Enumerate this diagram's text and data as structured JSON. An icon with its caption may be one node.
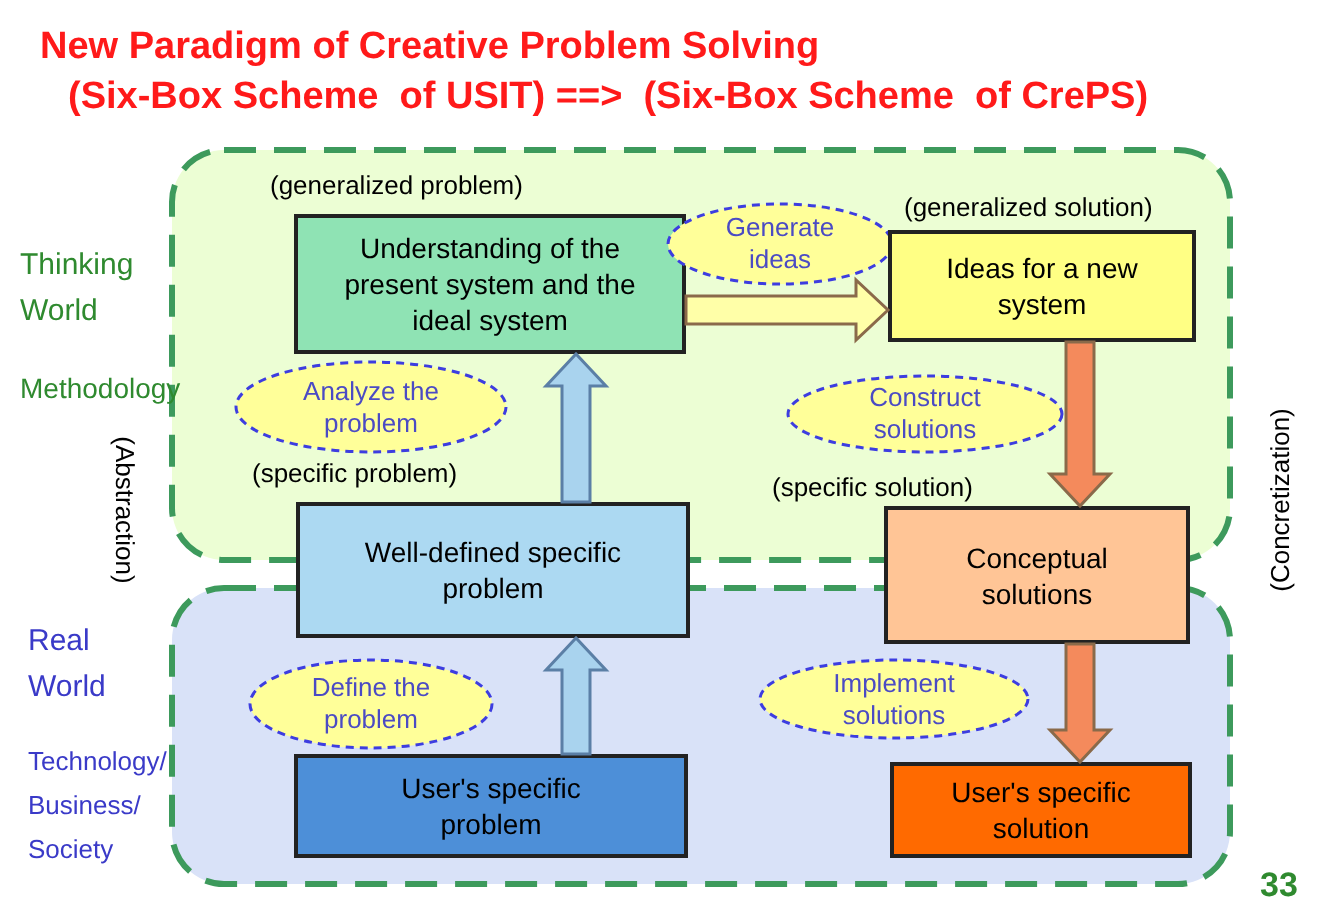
{
  "diagram": {
    "title": "New Paradigm of Creative Problem Solving",
    "nodes": [
      {
        "text": [],
        "shape": "box"
      },
      {
        "text": [
          "Understanding of the present system and the ideal system"
        ],
        "in": 0,
        "beside": [
          "(generalized problem)"
        ]
      },
      {
        "text": [
          "Generate ideas"
        ],
        "in": 0
      },
      {
        "text": [
          "Ideas for a new system"
        ],
        "in": 0,
        "beside": [
          "(generalized solution)"
        ]
      },
      {
        "text": [
          "Analyze the problem"
        ],
        "in": 0
      },
      {
        "text": [
          "Construct solutions"
        ],
        "in": 0
      },
      {
        "text": [
          "Well-defined specific problem"
        ],
        "beside": [
          "(specific problem)"
        ]
      },
      {
        "text": [
          "Conceptual solutions"
        ],
        "beside": [
          "(specific solution)"
        ]
      },
      {
        "text": [],
        "shape": "box"
      },
      {
        "text": [
          "Define the problem"
        ],
        "in": 8
      },
      {
        "text": [
          "Implement solutions"
        ],
        "in": 8
      },
      {
        "text": [
          "User's specific problem"
        ],
        "in": 8
      },
      {
        "text": [
          "User's specific solution"
        ],
        "in": 8
      }
    ],
    "edges": [
      {
        "from": 11,
        "to": 6,
        "arrow": "to",
        "style": "thick",
        "color": "#a9d3ee"
      },
      {
        "from": 6,
        "to": 1,
        "arrow": "to",
        "style": "thick",
        "color": "#a9d3ee"
      },
      {
        "from": 1,
        "to": 3,
        "arrow": "to",
        "style": "thick",
        "color": "#ffffa8"
      },
      {
        "from": 3,
        "to": 7,
        "arrow": "to",
        "style": "thick",
        "color": "#f48a5c"
      },
      {
        "from": 7,
        "to": 12,
        "arrow": "to",
        "style": "thick",
        "color": "#f48a5c"
      }
    ],
    "labels": [
      "(Six-Box Scheme  of USIT) ==>  (Six-Box Scheme  of CrePS)",
      "Thinking World",
      "Methodology",
      "(Abstraction)",
      "(Concretization)",
      "Real World",
      "Technology/ Business/ Society",
      "33"
    ]
  }
}
